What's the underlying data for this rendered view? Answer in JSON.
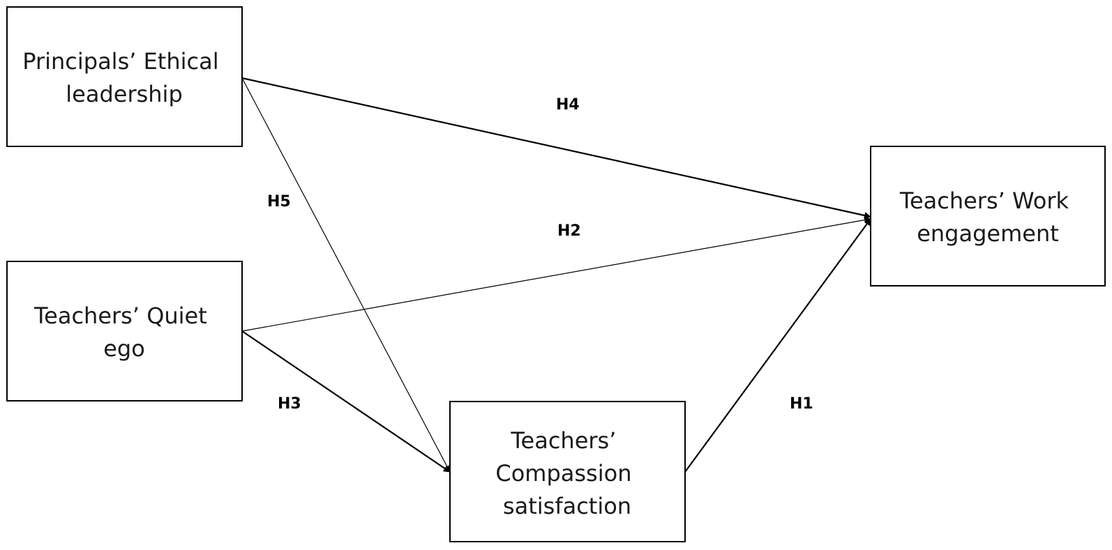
{
  "nodes": {
    "ethical_leadership": {
      "lines": [
        "Principals’ Ethical",
        "leadership"
      ]
    },
    "quiet_ego": {
      "lines": [
        "Teachers’ Quiet",
        "ego"
      ]
    },
    "compassion_satisfaction": {
      "lines": [
        "Teachers’",
        "Compassion",
        "satisfaction"
      ]
    },
    "work_engagement": {
      "lines": [
        "Teachers’ Work",
        "engagement"
      ]
    }
  },
  "edges": {
    "h1": {
      "label": "H1",
      "from": "compassion_satisfaction",
      "to": "work_engagement"
    },
    "h2": {
      "label": "H2",
      "from": "quiet_ego",
      "to": "work_engagement"
    },
    "h3": {
      "label": "H3",
      "from": "quiet_ego",
      "to": "compassion_satisfaction"
    },
    "h4": {
      "label": "H4",
      "from": "ethical_leadership",
      "to": "work_engagement"
    },
    "h5": {
      "label": "H5",
      "from": "ethical_leadership",
      "to": "compassion_satisfaction"
    }
  }
}
